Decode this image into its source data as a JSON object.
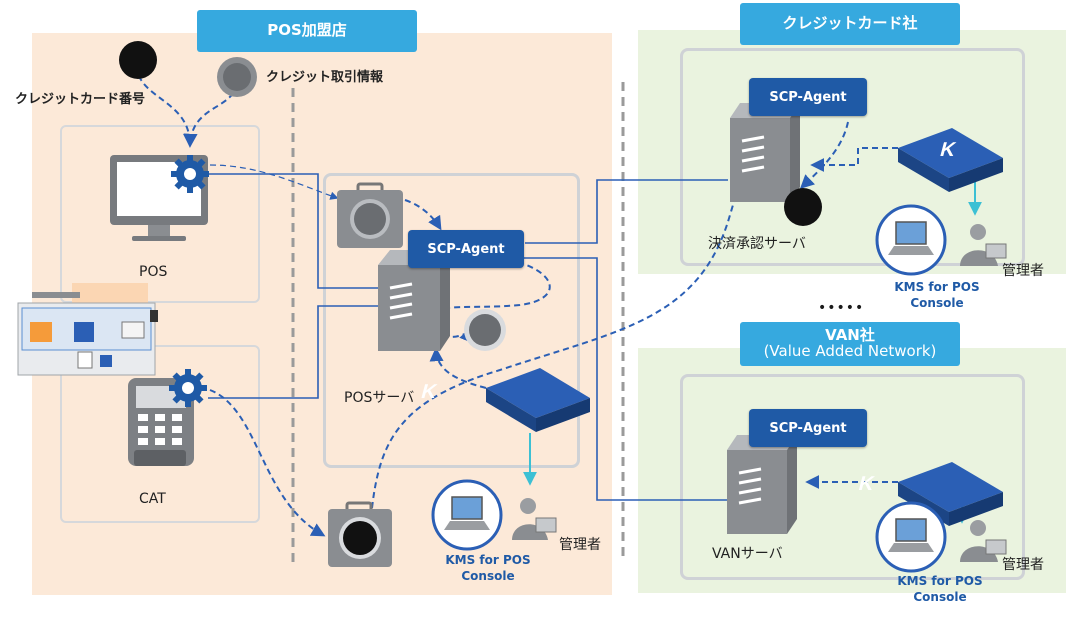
{
  "pos_store": {
    "header": "POS加盟店",
    "credit_card_number_label": "クレジットカード番号",
    "credit_transaction_label": "クレジット取引情報",
    "pos_label": "POS",
    "cat_label": "CAT",
    "pos_server_label": "POSサーバ",
    "scp_agent_label": "SCP-Agent",
    "kms_console_line1": "KMS for POS",
    "kms_console_line2": "Console",
    "admin_label": "管理者"
  },
  "credit_company": {
    "header": "クレジットカード社",
    "scp_agent_label": "SCP-Agent",
    "server_label": "決済承認サーバ",
    "kms_console_line1": "KMS for POS",
    "kms_console_line2": "Console",
    "admin_label": "管理者"
  },
  "ellipsis": "•••••",
  "van_company": {
    "header_line1": "VAN社",
    "header_line2": "(Value Added Network)",
    "scp_agent_label": "SCP-Agent",
    "server_label": "VANサーバ",
    "kms_console_line1": "KMS for POS",
    "kms_console_line2": "Console",
    "admin_label": "管理者"
  },
  "colors": {
    "pos_bg": "#fce9d8",
    "green_bg": "#eaf3df",
    "header_blue": "#36a9df",
    "scp_blue": "#1f5aa6",
    "arrow_blue": "#2b5fb5",
    "cyan_arrow": "#3cc0d4"
  }
}
